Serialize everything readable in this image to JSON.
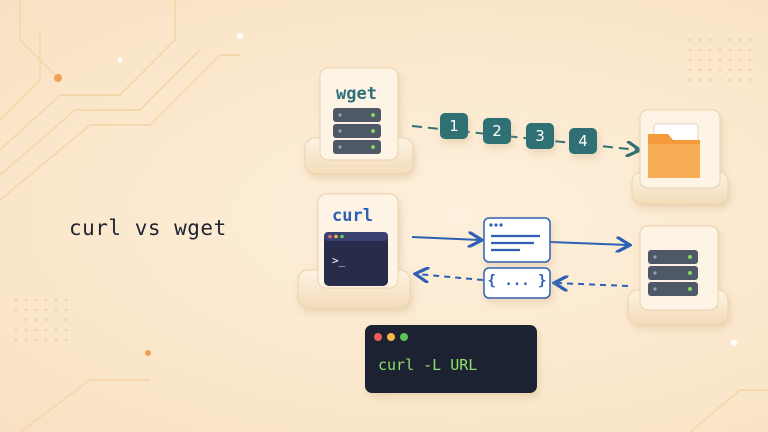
{
  "title": "curl vs wget",
  "tools": {
    "wget": {
      "label": "wget",
      "steps": [
        "1",
        "2",
        "3",
        "4"
      ]
    },
    "curl": {
      "label": "curl",
      "response": "{ ... }",
      "prompt": ">_"
    }
  },
  "terminal": {
    "command": "curl -L URL"
  },
  "colors": {
    "background": "#fbe9cf",
    "teal_step": "#2f6f73",
    "curl_blue": "#2d5fb4",
    "terminal_bg": "#1e2330",
    "command_green": "#8ee06a",
    "folder_orange": "#f29a3c"
  },
  "icons": [
    "server-icon",
    "folder-icon",
    "terminal-icon",
    "document-icon",
    "braces-icon"
  ]
}
